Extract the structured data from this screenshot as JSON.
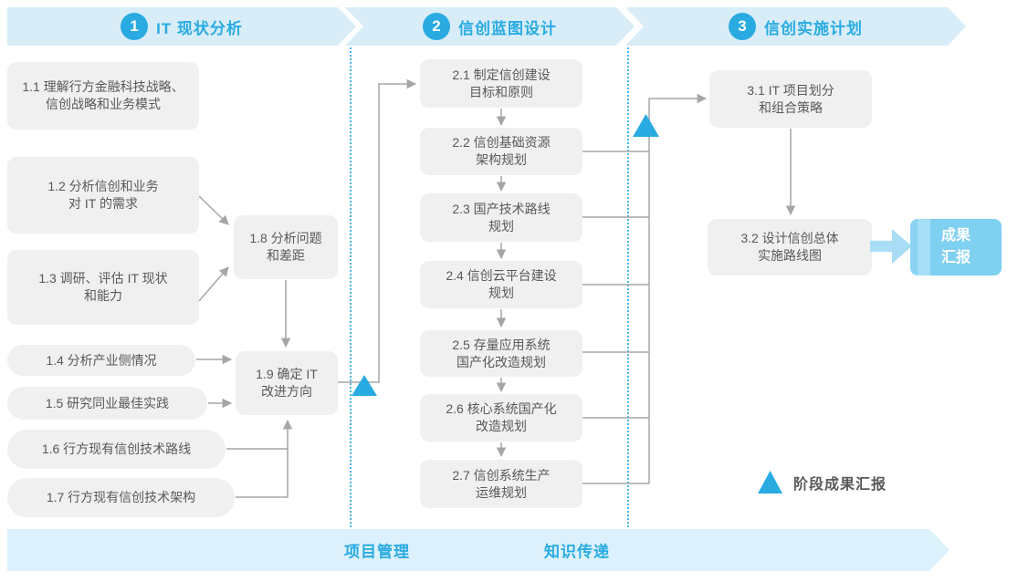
{
  "phases": [
    {
      "number": "1",
      "label": "IT 现状分析"
    },
    {
      "number": "2",
      "label": "信创蓝图设计"
    },
    {
      "number": "3",
      "label": "信创实施计划"
    }
  ],
  "steps": {
    "s11": "1.1 理解行方金融科技战略、\n信创战略和业务模式",
    "s12": "1.2 分析信创和业务\n对 IT 的需求",
    "s13": "1.3 调研、评估 IT 现状\n和能力",
    "s14": "1.4 分析产业侧情况",
    "s15": "1.5 研究同业最佳实践",
    "s16": "1.6 行方现有信创技术路线",
    "s17": "1.7 行方现有信创技术架构",
    "s18": "1.8 分析问题\n和差距",
    "s19": "1.9 确定 IT\n改进方向",
    "s21": "2.1 制定信创建设\n目标和原则",
    "s22": "2.2 信创基础资源\n架构规划",
    "s23": "2.3 国产技术路线\n规划",
    "s24": "2.4 信创云平台建设\n规划",
    "s25": "2.5 存量应用系统\n国产化改造规划",
    "s26": "2.6 核心系统国产化\n改造规划",
    "s27": "2.7 信创系统生产\n运维规划",
    "s31": "3.1 IT 项目划分\n和组合策略",
    "s32": "3.2 设计信创总体\n实施路线图"
  },
  "output": {
    "label": "成果\n汇报"
  },
  "legend": {
    "label": "阶段成果汇报"
  },
  "bottom": {
    "labels": [
      "项目管理",
      "知识传递"
    ]
  },
  "colors": {
    "accent": "#29ABE2",
    "band": "#D8EDF8",
    "box_fill": "#F0F0F0",
    "box_text": "#58595B",
    "connector": "#A6A6A6",
    "deliverable_fill": "#7FD0F1",
    "bottom_band": "#DCF1FB"
  }
}
